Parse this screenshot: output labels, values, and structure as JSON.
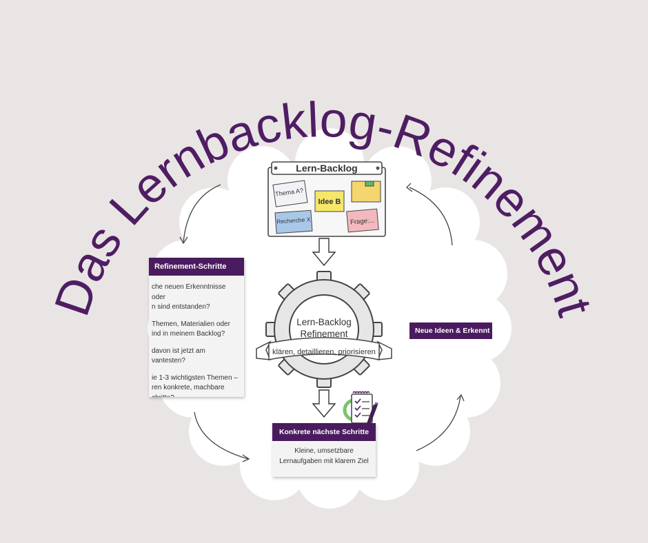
{
  "title": "Das Lernbacklog-Refinement",
  "colors": {
    "background": "#e8e5e4",
    "accent": "#4a1b5e",
    "title": "#4f1d63",
    "blob": "#ffffff"
  },
  "backlog_board": {
    "heading": "Lern-Backlog",
    "notes": [
      "Thema A?",
      "Idee B",
      "Recherche X",
      "Frage:..."
    ]
  },
  "gear": {
    "line1": "Lern-Backlog",
    "line2": "Refinement",
    "ribbon": "klären, detaillieren, priorisieren"
  },
  "left_card": {
    "heading": "Refinement-Schritte",
    "items": [
      "che neuen Erkenntnisse oder\nn sind entstanden?",
      "Themen, Materialien oder\nind in meinem Backlog?",
      "davon ist jetzt am\nvantesten?",
      "ie 1-3 wichtigsten Themen –\nren konkrete, machbare\nchritte?"
    ]
  },
  "right_card": {
    "heading": "Neue Ideen & Erkennt"
  },
  "bottom_card": {
    "heading": "Konkrete nächste Schritte",
    "body": "Kleine, umsetzbare\nLernaufgaben mit klarem Ziel"
  },
  "icons": [
    "backlog-board-icon",
    "gear-icon",
    "checklist-icon",
    "cycle-arrow-icon",
    "down-arrow-icon"
  ]
}
